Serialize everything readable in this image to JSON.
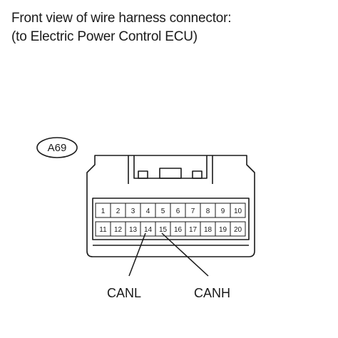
{
  "caption": {
    "line1": "Front view of wire harness connector:",
    "line2": "(to Electric Power Control ECU)"
  },
  "connector": {
    "tag": "A69",
    "row1_pins": [
      "1",
      "2",
      "3",
      "4",
      "5",
      "6",
      "7",
      "8",
      "9",
      "10"
    ],
    "row2_pins": [
      "11",
      "12",
      "13",
      "14",
      "15",
      "16",
      "17",
      "18",
      "19",
      "20"
    ]
  },
  "signals": [
    {
      "label": "CANL",
      "pin": "14"
    },
    {
      "label": "CANH",
      "pin": "15"
    }
  ],
  "colors": {
    "line": "#1a1a1a",
    "background": "#ffffff"
  }
}
